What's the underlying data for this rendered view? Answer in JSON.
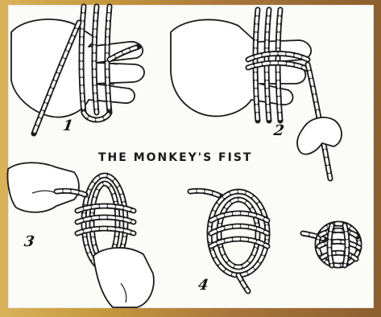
{
  "illustration": {
    "caption": "THE MONKEY'S FIST",
    "steps": [
      {
        "number": "1"
      },
      {
        "number": "2"
      },
      {
        "number": "3"
      },
      {
        "number": "4"
      }
    ]
  }
}
